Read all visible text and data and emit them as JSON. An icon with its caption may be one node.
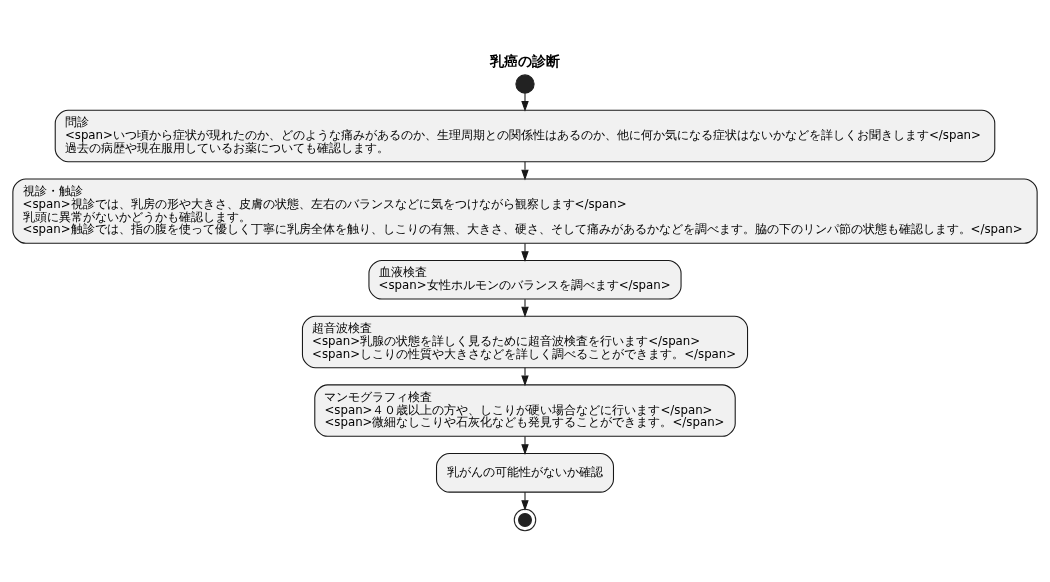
{
  "diagram": {
    "title": "乳癌の診断",
    "nodes": [
      {
        "text": [],
        "shape": "circle"
      },
      {
        "text": [
          "問診",
          "<span>いつ頃から症状が現れたのか、どのような痛みがあるのか、生理周期との関係性はあるのか、他に何か気になる症状はないかなどを詳しくお聞きします</span>",
          "過去の病歴や現在服用しているお薬についても確認します。"
        ]
      },
      {
        "text": [
          "視診・触診",
          "<span>視診では、乳房の形や大きさ、皮膚の状態、左右のバランスなどに気をつけながら観察します</span>",
          "乳頭に異常がないかどうかも確認します。",
          "<span>触診では、指の腹を使って優しく丁寧に乳房全体を触り、しこりの有無、大きさ、硬さ、そして痛みがあるかなどを調べます。脇の下のリンパ節の状態も確認します。</span>"
        ]
      },
      {
        "text": [
          "血液検査",
          "<span>女性ホルモンのバランスを調べます</span>"
        ]
      },
      {
        "text": [
          "超音波検査",
          "<span>乳腺の状態を詳しく見るために超音波検査を行います</span>",
          "<span>しこりの性質や大きさなどを詳しく調べることができます。</span>"
        ]
      },
      {
        "text": [
          "マンモグラフィ検査",
          "<span>４０歳以上の方や、しこりが硬い場合などに行います</span>",
          "<span>微細なしこりや石灰化なども発見することができます。</span>"
        ]
      },
      {
        "text": [
          "乳がんの可能性がないか確認"
        ]
      },
      {
        "text": [],
        "shape": "circle"
      }
    ],
    "edges": [
      {
        "from": 0,
        "to": 1,
        "arrow": "to"
      },
      {
        "from": 1,
        "to": 2,
        "arrow": "to"
      },
      {
        "from": 2,
        "to": 3,
        "arrow": "to"
      },
      {
        "from": 3,
        "to": 4,
        "arrow": "to"
      },
      {
        "from": 4,
        "to": 5,
        "arrow": "to"
      },
      {
        "from": 5,
        "to": 6,
        "arrow": "to"
      },
      {
        "from": 6,
        "to": 7,
        "arrow": "to"
      }
    ]
  }
}
